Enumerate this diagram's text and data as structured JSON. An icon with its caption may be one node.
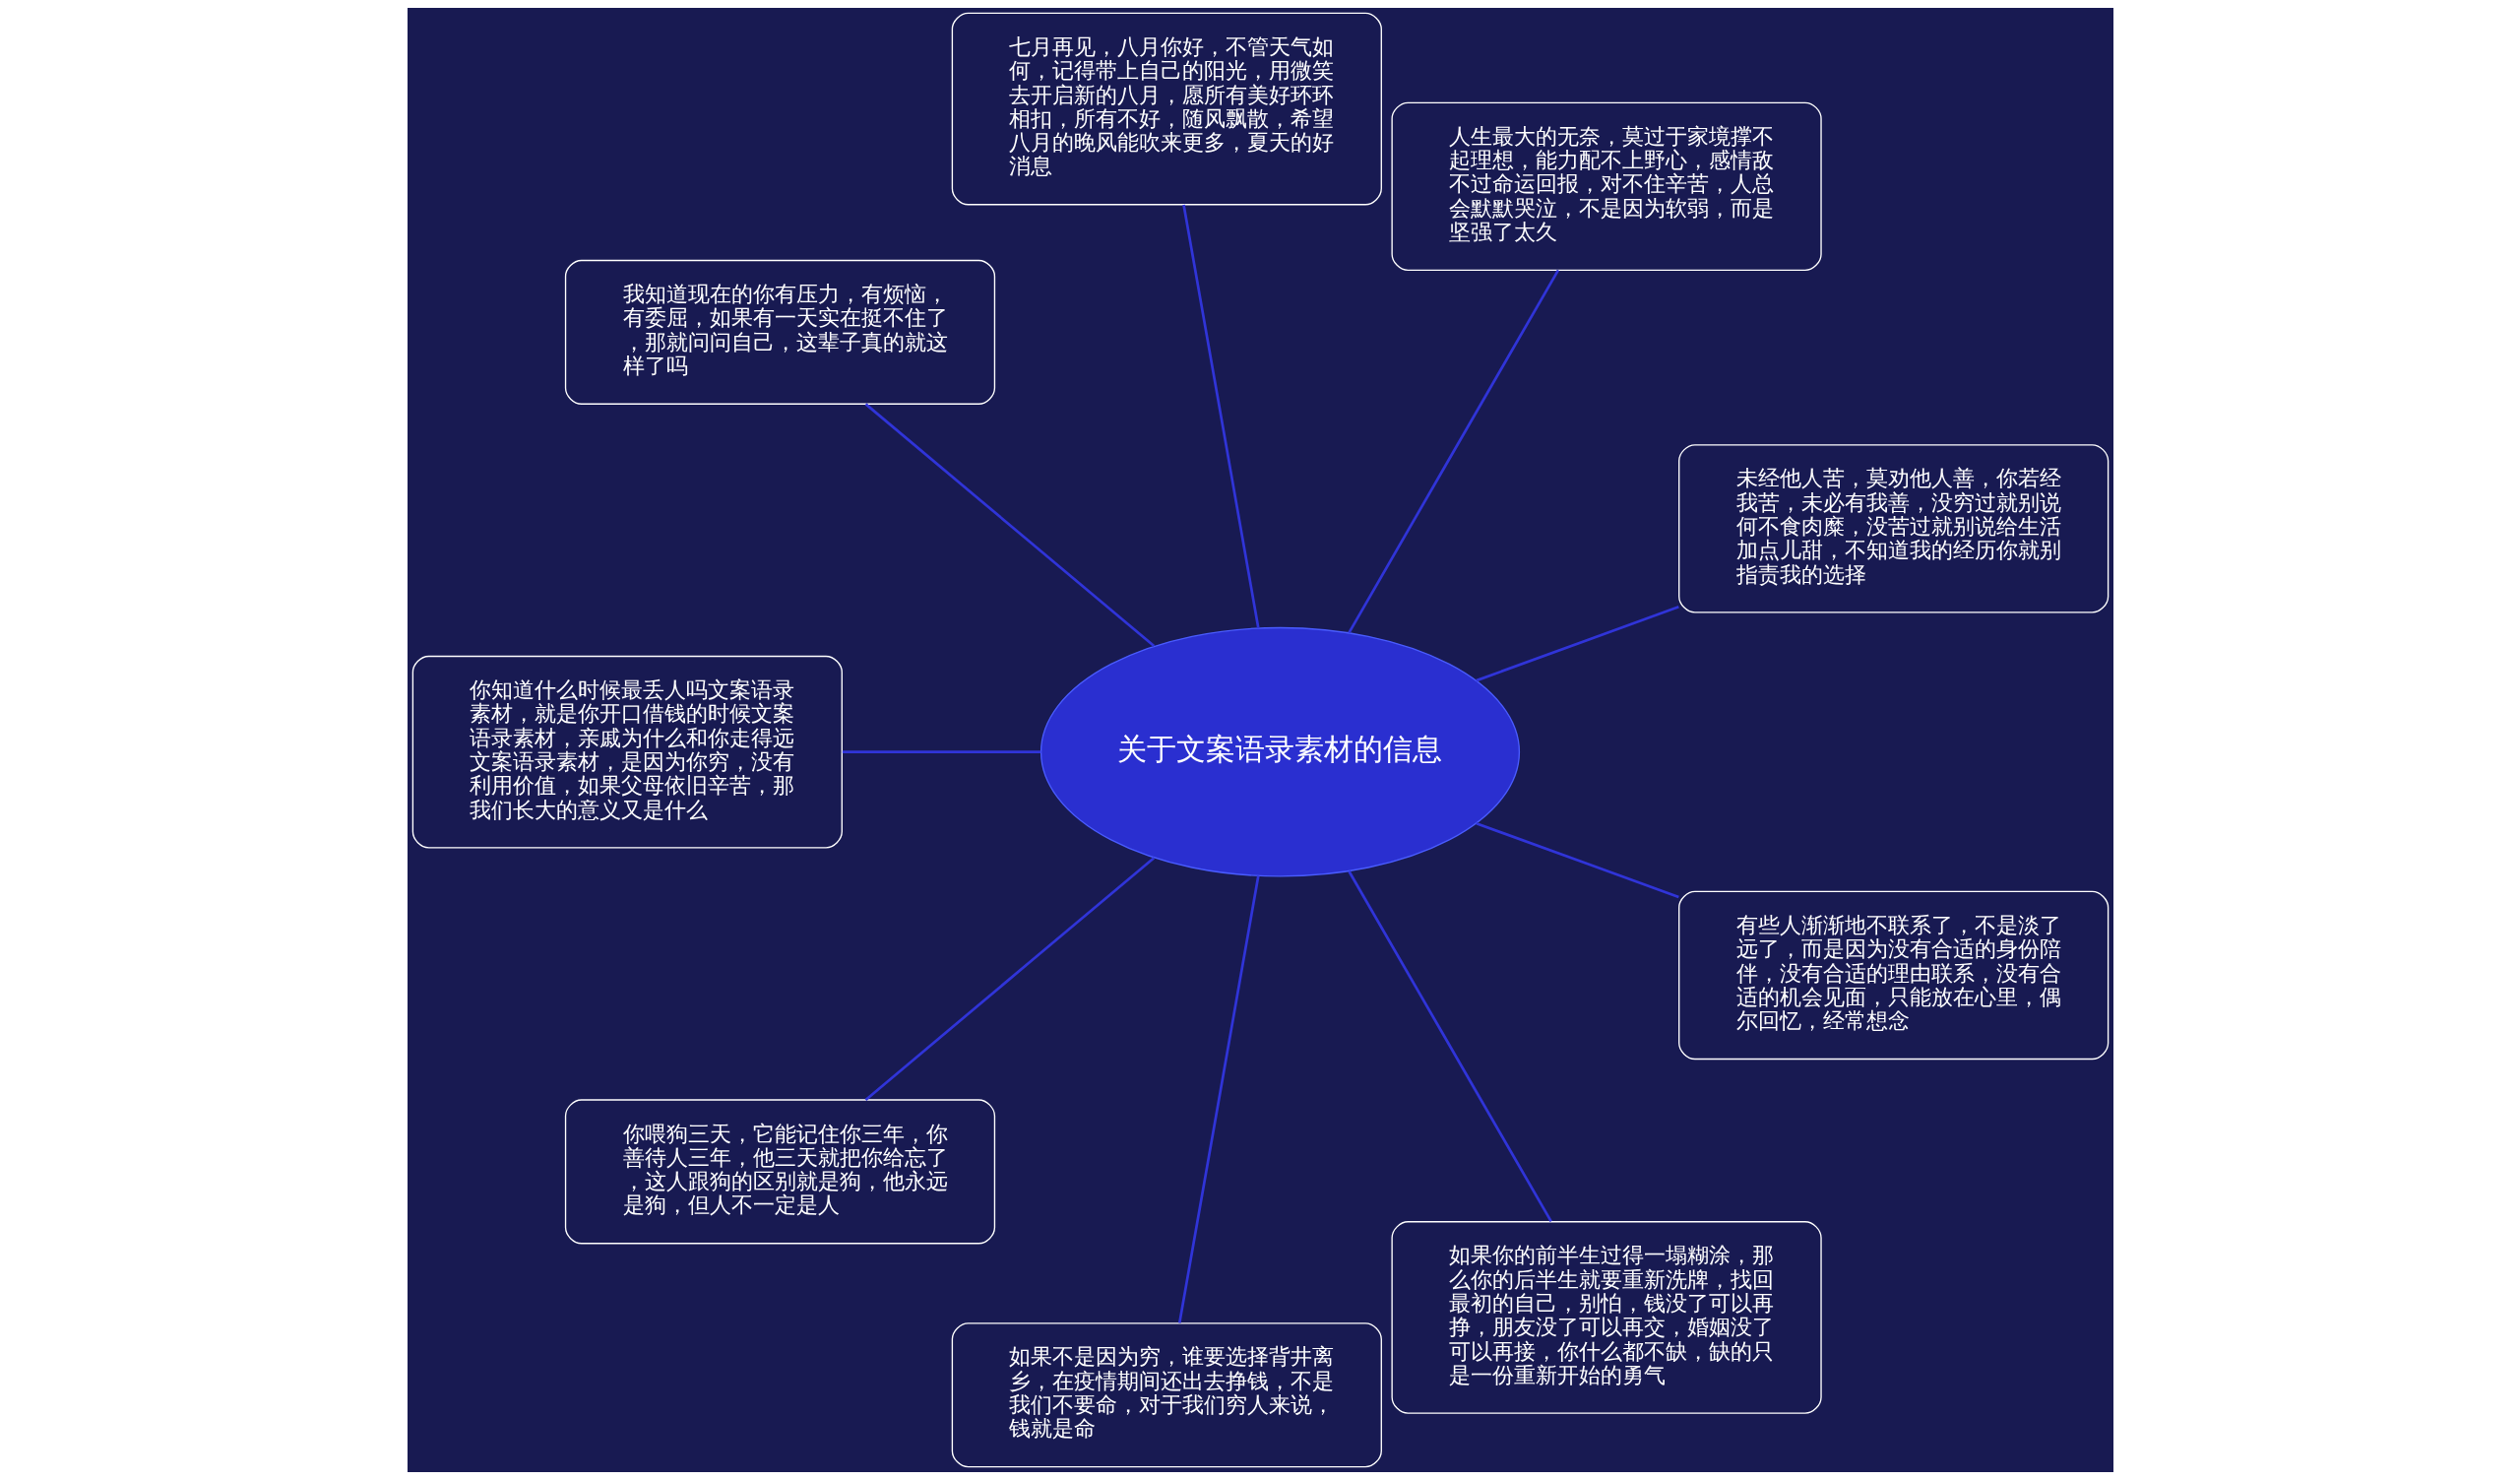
{
  "diagram": {
    "nodes": [
      {
        "text": [
          "关于文案语录素材的信息"
        ]
      },
      {
        "text": [
          "未经他人苦，莫劝他人善，你若经我苦，未必有我善，没穷过就别说何不食肉糜，没苦过就别说给生活加点儿甜，不知道我的经历你就别指责我的选择"
        ]
      },
      {
        "text": [
          "人生最大的无奈，莫过于家境撑不起理想，能力配不上野心，感情敌不过命运回报，对不住辛苦，人总会默默哭泣，不是因为软弱，而是坚强了太久"
        ]
      },
      {
        "text": [
          "七月再见，八月你好，不管天气如何，记得带上自己的阳光，用微笑去开启新的八月，愿所有美好环环相扣，所有不好，随风飘散，希望八月的晚风能吹来更多，夏天的好消息"
        ]
      },
      {
        "text": [
          "我知道现在的你有压力，有烦恼，有委屈，如果有一天实在挺不住了，那就问问自己，这辈子真的就这样了吗"
        ]
      },
      {
        "text": [
          "你知道什么时候最丢人吗文案语录素材，就是你开口借钱的时候文案语录素材，亲戚为什么和你走得远文案语录素材，是因为你穷，没有利用价值，如果父母依旧辛苦，那我们长大的意义又是什么"
        ]
      },
      {
        "text": [
          "你喂狗三天，它能记住你三年，你善待人三年，他三天就把你给忘了，这人跟狗的区别就是狗，他永远是狗，但人不一定是人"
        ]
      },
      {
        "text": [
          "如果不是因为穷，谁要选择背井离乡，在疫情期间还出去挣钱，不是我们不要命，对于我们穷人来说，钱就是命"
        ]
      },
      {
        "text": [
          "如果你的前半生过得一塌糊涂，那么你的后半生就要重新洗牌，找回最初的自己，别怕，钱没了可以再挣，朋友没了可以再交，婚姻没了可以再接，你什么都不缺，缺的只是一份重新开始的勇气"
        ]
      },
      {
        "text": [
          "有些人渐渐地不联系了，不是淡了远了，而是因为没有合适的身份陪伴，没有合适的理由联系，没有合适的机会见面，只能放在心里，偶尔回忆，经常想念"
        ]
      }
    ],
    "edges": [
      {
        "from": 0,
        "to": 1,
        "arrow": "none"
      },
      {
        "from": 0,
        "to": 2,
        "arrow": "none"
      },
      {
        "from": 0,
        "to": 3,
        "arrow": "none"
      },
      {
        "from": 0,
        "to": 4,
        "arrow": "none"
      },
      {
        "from": 0,
        "to": 5,
        "arrow": "none"
      },
      {
        "from": 0,
        "to": 6,
        "arrow": "none"
      },
      {
        "from": 0,
        "to": 7,
        "arrow": "none"
      },
      {
        "from": 0,
        "to": 8,
        "arrow": "none"
      },
      {
        "from": 0,
        "to": 9,
        "arrow": "none"
      }
    ]
  }
}
